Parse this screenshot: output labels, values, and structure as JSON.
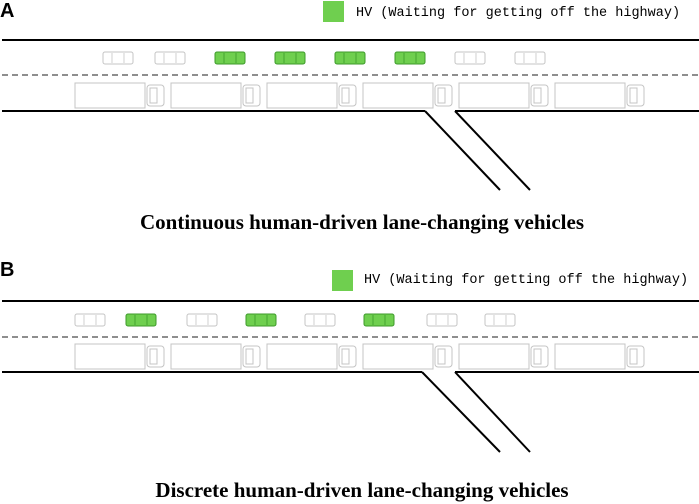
{
  "legend_label": "HV (Waiting for getting off the highway)",
  "colors": {
    "hv_fill": "#6fcf4f",
    "hv_stroke": "#3c9a2a",
    "vehicle_stroke": "#c4c4c4",
    "road_line": "#000000",
    "lane_dash": "#4a4a4a"
  },
  "panels": [
    {
      "id": "A",
      "letter": "A",
      "caption": "Continuous human-driven lane-changing vehicles",
      "top_lane": [
        "car",
        "car",
        "hv",
        "hv",
        "hv",
        "hv",
        "car",
        "car"
      ],
      "bottom_lane_trucks": 6
    },
    {
      "id": "B",
      "letter": "B",
      "caption": "Discrete human-driven lane-changing vehicles",
      "top_lane": [
        "car",
        "hv",
        "car",
        "hv",
        "car",
        "hv",
        "car",
        "car"
      ],
      "bottom_lane_trucks": 6
    }
  ]
}
